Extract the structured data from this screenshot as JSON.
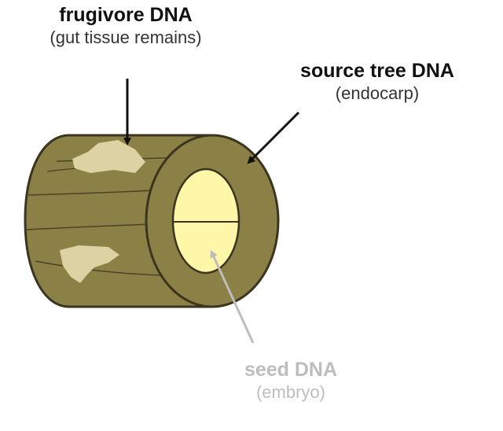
{
  "labels": {
    "frugivore": {
      "title": "frugivore DNA",
      "subtitle": "(gut tissue remains)"
    },
    "source_tree": {
      "title": "source tree DNA",
      "subtitle": "(endocarp)"
    },
    "seed": {
      "title": "seed DNA",
      "subtitle": "(embryo)"
    }
  },
  "colors": {
    "endocarp_body": "#8b8147",
    "endocarp_stroke": "#3b3520",
    "embryo_fill": "#fff7a8",
    "gut_tissue": "#ddd2a4",
    "dark_arrow": "#111111",
    "seed_label": "#bdbdbd"
  }
}
